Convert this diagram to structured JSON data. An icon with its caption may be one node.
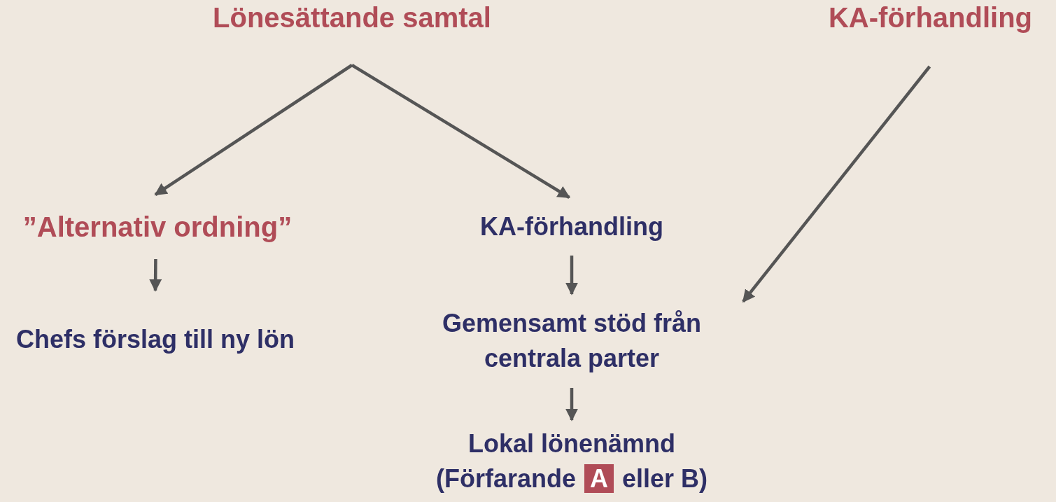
{
  "diagram": {
    "nodes": [
      {
        "text": [
          "Lönesättande samtal"
        ]
      },
      {
        "text": [
          "KA-förhandling"
        ]
      },
      {
        "text": [
          "”Alternativ ordning”"
        ]
      },
      {
        "text": [
          "KA-förhandling"
        ]
      },
      {
        "text": [
          "Chefs förslag till ny lön"
        ]
      },
      {
        "text": [
          "Gemensamt stöd från centrala parter"
        ]
      },
      {
        "text": [
          "Lokal lönenämnd (Förfarande **A** eller B)"
        ]
      }
    ],
    "edges": [
      {
        "from": 0,
        "to": 2,
        "arrow": "to"
      },
      {
        "from": 0,
        "to": 3,
        "arrow": "to"
      },
      {
        "from": 1,
        "to": 5,
        "arrow": "to"
      },
      {
        "from": 2,
        "to": 4,
        "arrow": "to"
      },
      {
        "from": 3,
        "to": 5,
        "arrow": "to"
      },
      {
        "from": 5,
        "to": 6,
        "arrow": "to"
      }
    ]
  }
}
